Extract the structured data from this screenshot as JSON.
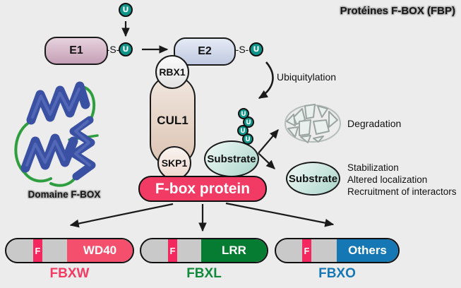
{
  "title": "Protéines F-BOX (FBP)",
  "ubiquitin": {
    "symbol": "U"
  },
  "linker": "-S-",
  "enzymes": {
    "e1": "E1",
    "e2": "E2"
  },
  "complex": {
    "rbx1": "RBX1",
    "cul1": "CUL1",
    "skp1": "SKP1",
    "fbox": "F-box protein"
  },
  "substrate": {
    "label": "Substrate"
  },
  "process": {
    "ubiquitylation": "Ubiquitylation",
    "degradation": "Degradation"
  },
  "outcomes": {
    "0": "Stabilization",
    "1": "Altered localization",
    "2": "Recruitment of interactors"
  },
  "domain_label": "Domaine F-BOX",
  "families": {
    "0": {
      "name": "FBXW",
      "f": "F",
      "domain": "WD40",
      "domain_color": "#F4506E",
      "label_color": "#F43A62"
    },
    "1": {
      "name": "FBXL",
      "f": "F",
      "domain": "LRR",
      "domain_color": "#067C33",
      "label_color": "#118A3C"
    },
    "2": {
      "name": "FBXO",
      "f": "F",
      "domain": "Others",
      "domain_color": "#1578B5",
      "label_color": "#1578B5"
    }
  },
  "colors": {
    "background": "#ECECEC",
    "outline": "#1A1A1A",
    "ubiquitin_fill": "#0E9488",
    "fbox_bar": "#F23B64",
    "f_stripe": "#F5275F",
    "pill_gray": "#C9C9C9",
    "ribbon_blue": "#3A50A3",
    "loop_green": "#2E9E3F"
  }
}
